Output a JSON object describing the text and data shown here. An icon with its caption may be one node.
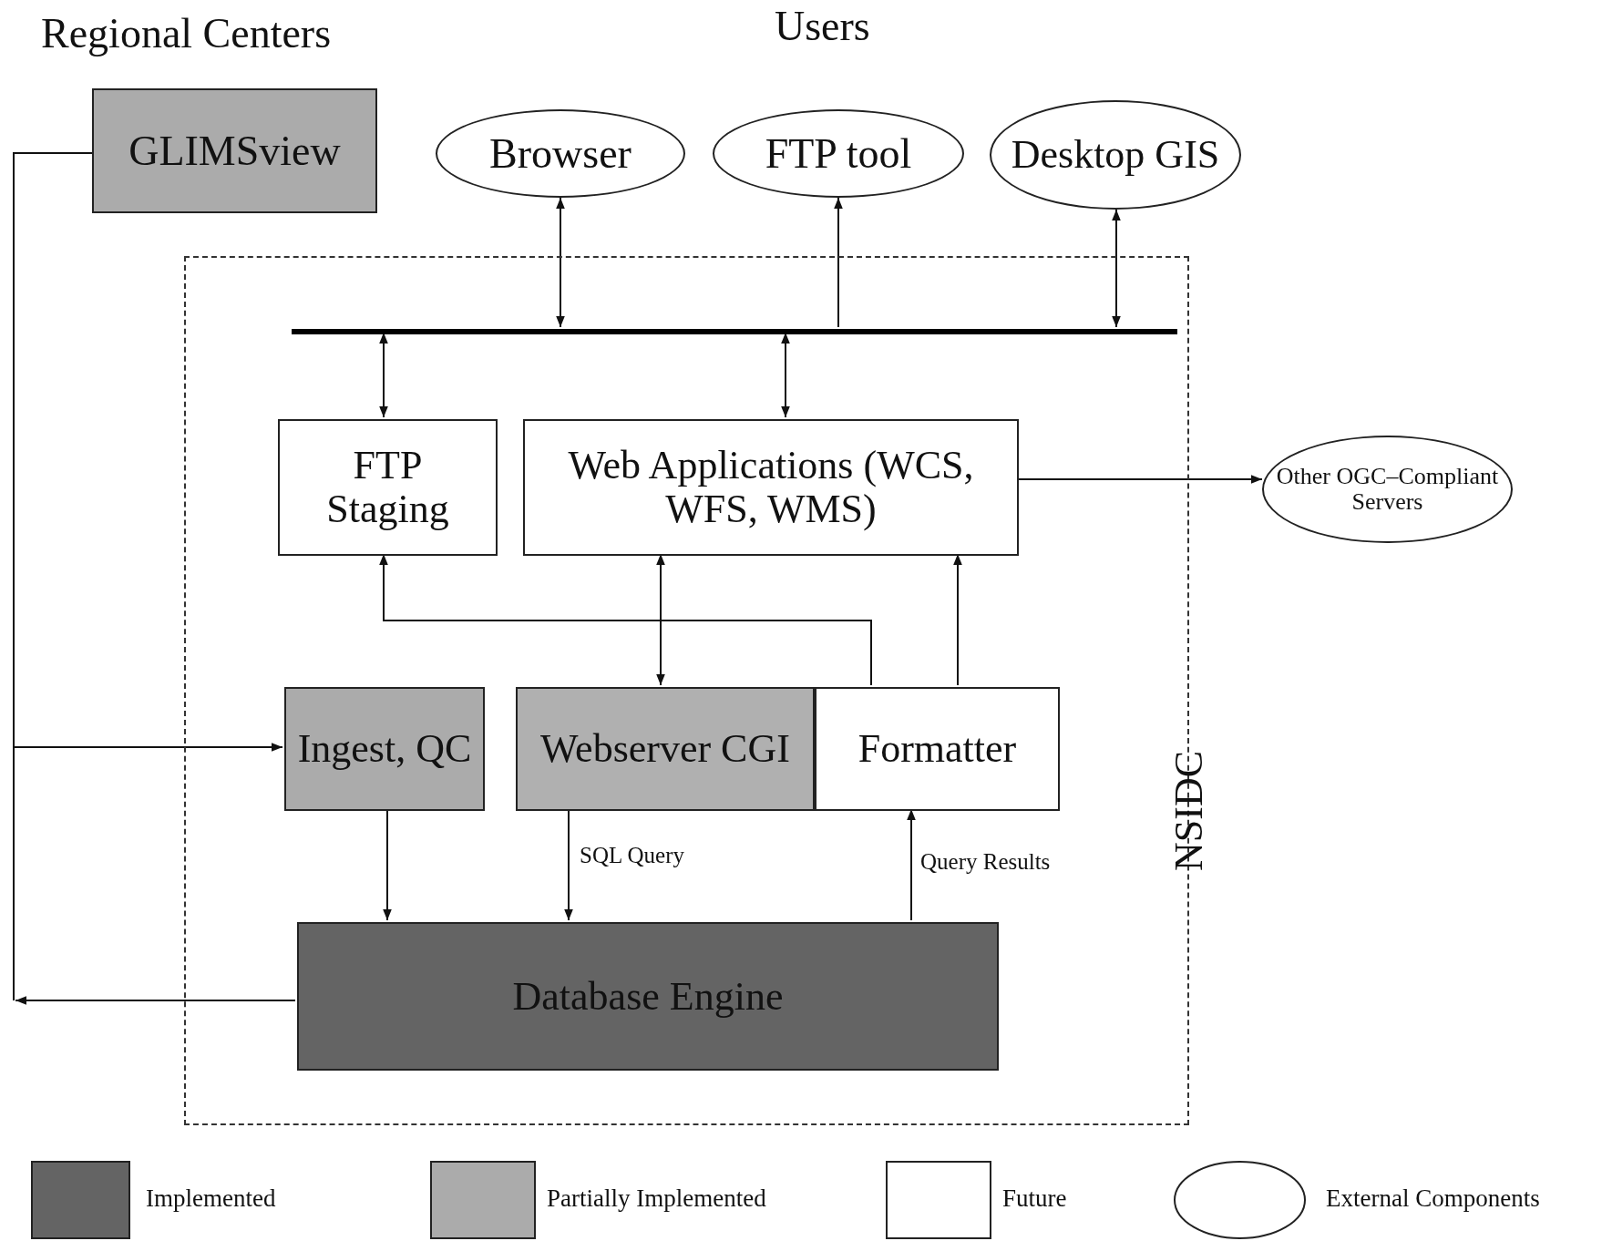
{
  "diagram": {
    "nodes": [
      {
        "text": [
          "NSIDC"
        ]
      },
      {
        "text": [
          "GLIMSview"
        ]
      },
      {
        "text": [
          "Browser"
        ]
      },
      {
        "text": [
          "FTP tool"
        ]
      },
      {
        "text": [
          "Desktop GIS"
        ]
      },
      {
        "text": [],
        "shape": "bar",
        "in": 0
      },
      {
        "text": [
          "FTP Staging"
        ],
        "in": 0
      },
      {
        "text": [
          "Web Applications (WCS, WFS, WMS)"
        ],
        "in": 0
      },
      {
        "text": [
          "Other OGC–Compliant Servers"
        ]
      },
      {
        "text": [
          "Ingest, QC"
        ],
        "in": 0
      },
      {
        "text": [
          "Webserver CGI"
        ],
        "in": 0
      },
      {
        "text": [
          "Formatter"
        ],
        "in": 0
      },
      {
        "text": [
          "Database Engine"
        ],
        "in": 0
      }
    ],
    "edges": [
      {
        "from": 2,
        "to": 5,
        "arrow": "both"
      },
      {
        "from": 5,
        "to": 3,
        "arrow": "to"
      },
      {
        "from": 4,
        "to": 5,
        "arrow": "both"
      },
      {
        "from": 5,
        "to": 6,
        "arrow": "both"
      },
      {
        "from": 5,
        "to": 7,
        "arrow": "both"
      },
      {
        "from": 7,
        "to": 8,
        "arrow": "to"
      },
      {
        "from": 11,
        "to": 6,
        "arrow": "to"
      },
      {
        "from": 10,
        "to": 7,
        "arrow": "both"
      },
      {
        "from": 11,
        "to": 7,
        "arrow": "to"
      },
      {
        "from": 1,
        "to": 9,
        "arrow": "to"
      },
      {
        "from": 12,
        "to": null,
        "arrow": "to"
      },
      {
        "from": 9,
        "to": 12,
        "arrow": "to"
      },
      {
        "from": 10,
        "to": 12,
        "arrow": "to",
        "label": "SQL Query"
      },
      {
        "from": 12,
        "to": 11,
        "arrow": "to",
        "label": "Query Results"
      }
    ],
    "labels": [
      "Regional Centers",
      "Users"
    ],
    "legend": [
      {
        "text": "Implemented",
        "color": "#646464"
      },
      {
        "text": "Partially Implemented",
        "color": "#ababab"
      },
      {
        "text": "Future",
        "color": "#ffffff"
      },
      {
        "text": "External Components"
      }
    ]
  }
}
